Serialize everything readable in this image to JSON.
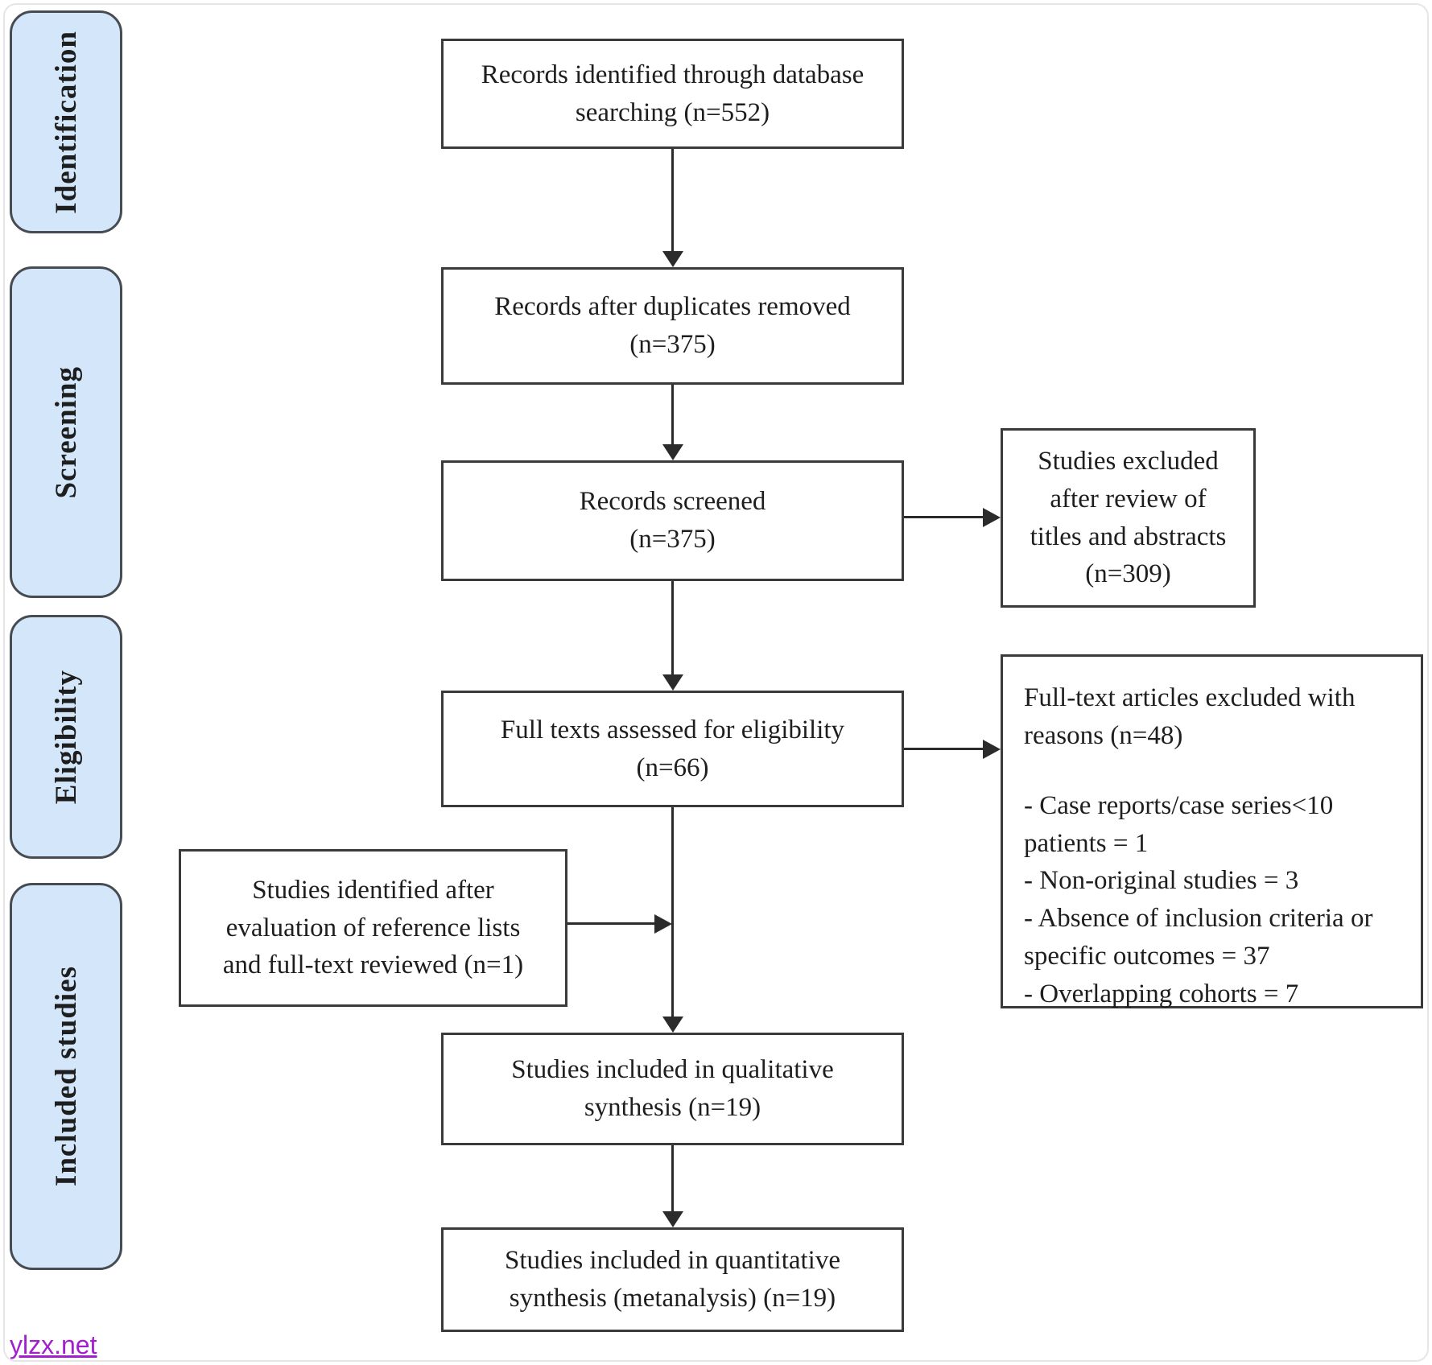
{
  "diagram": {
    "stages": [
      {
        "label": "Identification"
      },
      {
        "label": "Screening"
      },
      {
        "label": "Eligibility"
      },
      {
        "label": "Included studies"
      }
    ],
    "boxes": {
      "identified": {
        "lines": [
          "Records identified through database",
          "searching (n=552)"
        ]
      },
      "deduplicated": {
        "lines": [
          "Records after duplicates removed",
          "(n=375)"
        ]
      },
      "screened": {
        "lines": [
          "Records screened",
          "(n=375)"
        ]
      },
      "excluded_screening": {
        "lines": [
          "Studies excluded",
          "after review of",
          "titles and abstracts",
          "(n=309)"
        ]
      },
      "fulltext": {
        "lines": [
          "Full texts assessed for eligibility",
          "(n=66)"
        ]
      },
      "excluded_fulltext": {
        "header": "Full-text articles excluded with reasons (n=48)",
        "reasons": [
          "- Case reports/case series<10 patients = 1",
          "- Non-original studies = 3",
          "- Absence of inclusion criteria or specific outcomes = 37",
          "- Overlapping cohorts = 7"
        ]
      },
      "reference_lists": {
        "lines": [
          "Studies identified after",
          "evaluation of reference lists",
          "and full-text reviewed (n=1)"
        ]
      },
      "qualitative": {
        "lines": [
          "Studies included in qualitative",
          "synthesis (n=19)"
        ]
      },
      "quantitative": {
        "lines": [
          "Studies included in quantitative",
          "synthesis (metanalysis) (n=19)"
        ]
      }
    },
    "watermark": "ylzx.net",
    "colors": {
      "stage_fill": "#d4e7fa",
      "stage_border": "#464c52",
      "box_border": "#3a3a3a",
      "arrow": "#2b2b2b",
      "text": "#1e1e1e",
      "watermark": "#a21fd0"
    }
  }
}
